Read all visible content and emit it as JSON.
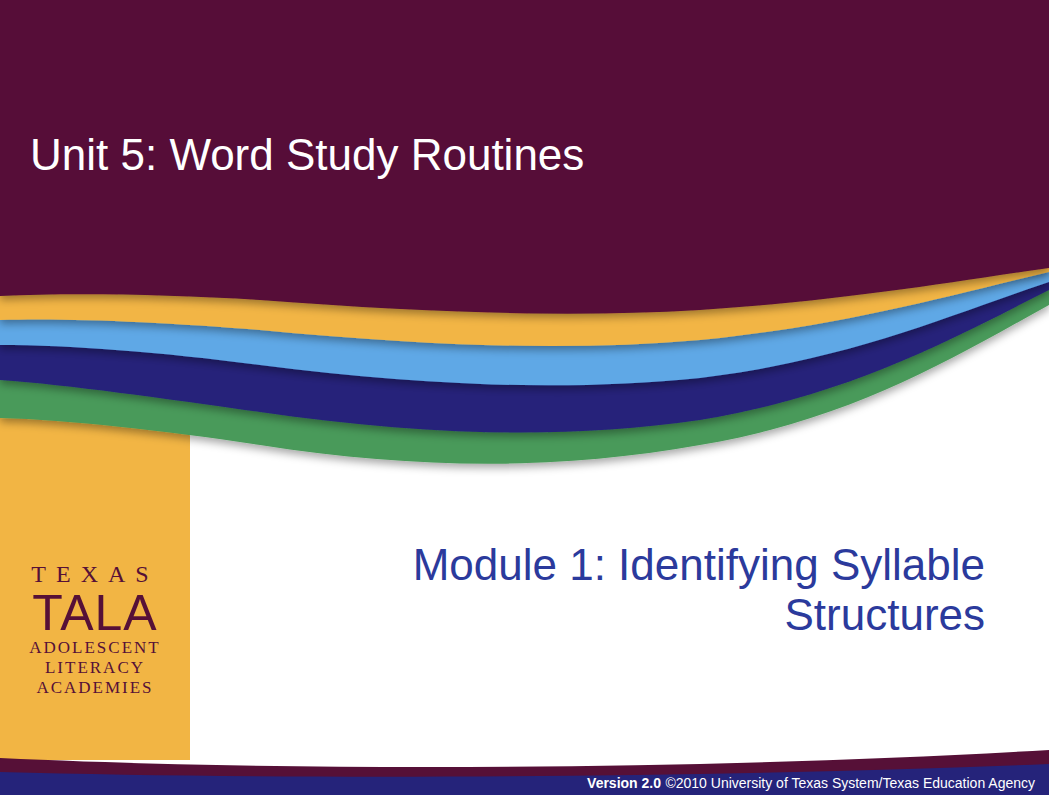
{
  "diagram": {
    "title": "Unit 5: Word Study Routines",
    "nodes": [
      {
        "text": [
          "TEXAS",
          "TALA",
          "ADOLESCENT LITERACY ACADEMIES"
        ]
      }
    ],
    "labels": [
      "Module 1: Identifying Syllable Structures",
      "Version 2.0",
      "©2010 University of Texas System/Texas Education Agency"
    ]
  }
}
